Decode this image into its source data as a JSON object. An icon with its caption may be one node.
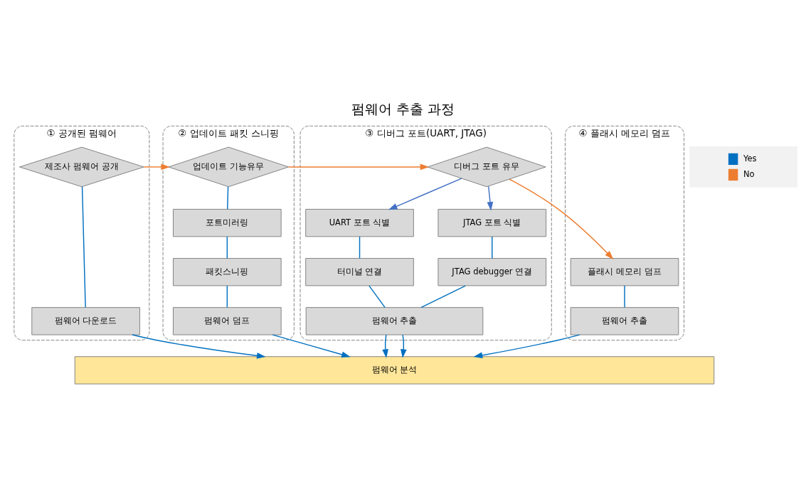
{
  "diagram": {
    "title": "펌웨어 추출 과정",
    "nodes": [
      {
        "text": [
          "① 공개된 펌웨어"
        ]
      },
      {
        "text": [
          "제조사 펌웨어 공개"
        ],
        "in": 0
      },
      {
        "text": [
          "펌웨어 다운로드"
        ],
        "in": 0
      },
      {
        "text": [
          "② 업데이트 패킷 스니핑"
        ]
      },
      {
        "text": [
          "업데이트 기능유무"
        ],
        "in": 3
      },
      {
        "text": [
          "포트미러링"
        ],
        "in": 3
      },
      {
        "text": [
          "패킷스니핑"
        ],
        "in": 3
      },
      {
        "text": [
          "펌웨어 덤프"
        ],
        "in": 3
      },
      {
        "text": [
          "③ 디버그 포트(UART, JTAG)"
        ]
      },
      {
        "text": [
          "디버그 포트 유무"
        ],
        "in": 8
      },
      {
        "text": [
          "UART 포트 식별"
        ],
        "in": 8
      },
      {
        "text": [
          "JTAG 포트 식별"
        ],
        "in": 8
      },
      {
        "text": [
          "터미널 연결"
        ],
        "in": 8
      },
      {
        "text": [
          "JTAG debugger 연결"
        ],
        "in": 8
      },
      {
        "text": [
          "펌웨어 추출"
        ],
        "in": 8
      },
      {
        "text": [
          "④ 플래시 메모리 덤프"
        ]
      },
      {
        "text": [
          "플래시 메모리 덤프"
        ],
        "in": 15
      },
      {
        "text": [
          "펌웨어 추출"
        ],
        "in": 15
      },
      {
        "text": [
          "펌웨어 분석"
        ]
      }
    ],
    "edges": [
      {
        "from": 1,
        "to": 2,
        "arrow": "none"
      },
      {
        "from": 2,
        "to": 18,
        "arrow": "to"
      },
      {
        "from": 1,
        "to": 4,
        "arrow": "to",
        "color": "#ed7d31"
      },
      {
        "from": 4,
        "to": 5,
        "arrow": "none"
      },
      {
        "from": 5,
        "to": 6,
        "arrow": "none"
      },
      {
        "from": 6,
        "to": 7,
        "arrow": "none"
      },
      {
        "from": 7,
        "to": 18,
        "arrow": "to"
      },
      {
        "from": 4,
        "to": 9,
        "arrow": "to",
        "color": "#ed7d31"
      },
      {
        "from": 9,
        "to": 10,
        "arrow": "to",
        "color": "#4472c4"
      },
      {
        "from": 9,
        "to": 11,
        "arrow": "to",
        "color": "#4472c4"
      },
      {
        "from": 10,
        "to": 12,
        "arrow": "none"
      },
      {
        "from": 11,
        "to": 13,
        "arrow": "none"
      },
      {
        "from": 12,
        "to": 14,
        "arrow": "none"
      },
      {
        "from": 13,
        "to": 14,
        "arrow": "none"
      },
      {
        "from": 14,
        "to": 18,
        "arrow": "to"
      },
      {
        "from": 14,
        "to": 18,
        "arrow": "to"
      },
      {
        "from": 9,
        "to": 16,
        "arrow": "to",
        "color": "#ed7d31"
      },
      {
        "from": 16,
        "to": 17,
        "arrow": "none"
      },
      {
        "from": 17,
        "to": 18,
        "arrow": "to"
      }
    ],
    "legend": [
      {
        "text": "Yes",
        "color": "#0070c0"
      },
      {
        "text": "No",
        "color": "#ed7d31"
      }
    ]
  }
}
